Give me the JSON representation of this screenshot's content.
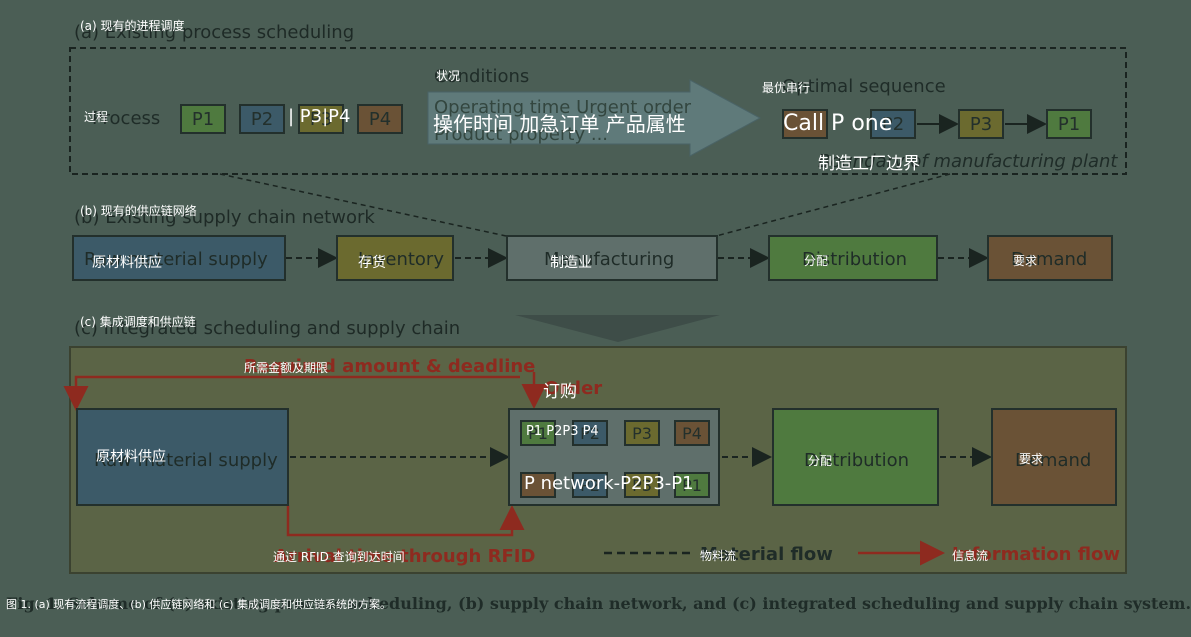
{
  "section_a": {
    "overlay": "(a) 现有的进程调度",
    "ghost": "(a) Existing process scheduling",
    "process_overlay": "过程",
    "process_ghost": "Process",
    "boxes": [
      "P1",
      "P2",
      "P3",
      "P4"
    ],
    "ocr_boxes": "| P3|P4",
    "conditions_overlay": "状况",
    "conditions_ghost": "Conditions",
    "arrow_ghost_line1": "Operating time    Urgent order",
    "arrow_ghost_line2": "Product property        ...",
    "arrow_overlay": "操作时间 加急订单 产品属性",
    "optimal_overlay": "最优串行",
    "optimal_ghost": "Optimal sequence",
    "call_overlay": "Call P one",
    "seq": [
      "P2",
      "P3",
      "P1"
    ],
    "boundary_overlay": "制造工厂边界",
    "boundary_ghost": "Boundary of manufacturing plant"
  },
  "section_b": {
    "overlay": "(b) 现有的供应链网络",
    "ghost": "(b) Existing supply chain network",
    "nodes": [
      {
        "overlay": "原材料供应",
        "ghost": "Raw material supply"
      },
      {
        "overlay": "存货",
        "ghost": "Inventory"
      },
      {
        "overlay": "制造业",
        "ghost": "Manufacturing"
      },
      {
        "overlay": "分配",
        "ghost": "Distribution"
      },
      {
        "overlay": "要求",
        "ghost": "Demand"
      }
    ]
  },
  "section_c": {
    "overlay": "(c) 集成调度和供应链",
    "ghost": "(c) Integrated scheduling and supply chain",
    "amount_overlay": "所需金额及期限",
    "amount_ghost": "Required amount & deadline",
    "order_overlay": "订购",
    "order_ghost": "Order",
    "raw_overlay": "原材料供应",
    "raw_ghost": "Raw material supply",
    "top_boxes_overlay": "P1 P2P3 P4",
    "top_boxes": [
      "P1",
      "P2",
      "P3",
      "P4"
    ],
    "bottom_overlay": "P network-P2P3-P1",
    "bottom_boxes": [
      "P2",
      "P3",
      "P1"
    ],
    "dist_overlay": "分配",
    "dist_ghost": "Distribution",
    "demand_overlay": "要求",
    "demand_ghost": "Demand",
    "rfid_overlay": "通过 RFID 查询到达时间",
    "rfid_ghost": "Arrival time through RFID",
    "material_overlay": "物料流",
    "material_ghost": "Material flow",
    "info_overlay": "信息流",
    "info_ghost": "Information flow"
  },
  "caption": {
    "overlay": "图 1. (a) 现有流程调度、(b) 供应链网络和 (c) 集成调度和供应链系统的方案。",
    "ghost": "Fig. 1. Scheme of (a) existing process scheduling, (b) supply chain network, and (c) integrated scheduling and supply chain system."
  },
  "colors": {
    "background": "#4b5e55",
    "green": "#4f7a3f",
    "blue": "#3c5a68",
    "olive": "#6b6a2f",
    "brown": "#6a5236",
    "red": "#8e2a1f",
    "panel_c": "#5b6446"
  }
}
